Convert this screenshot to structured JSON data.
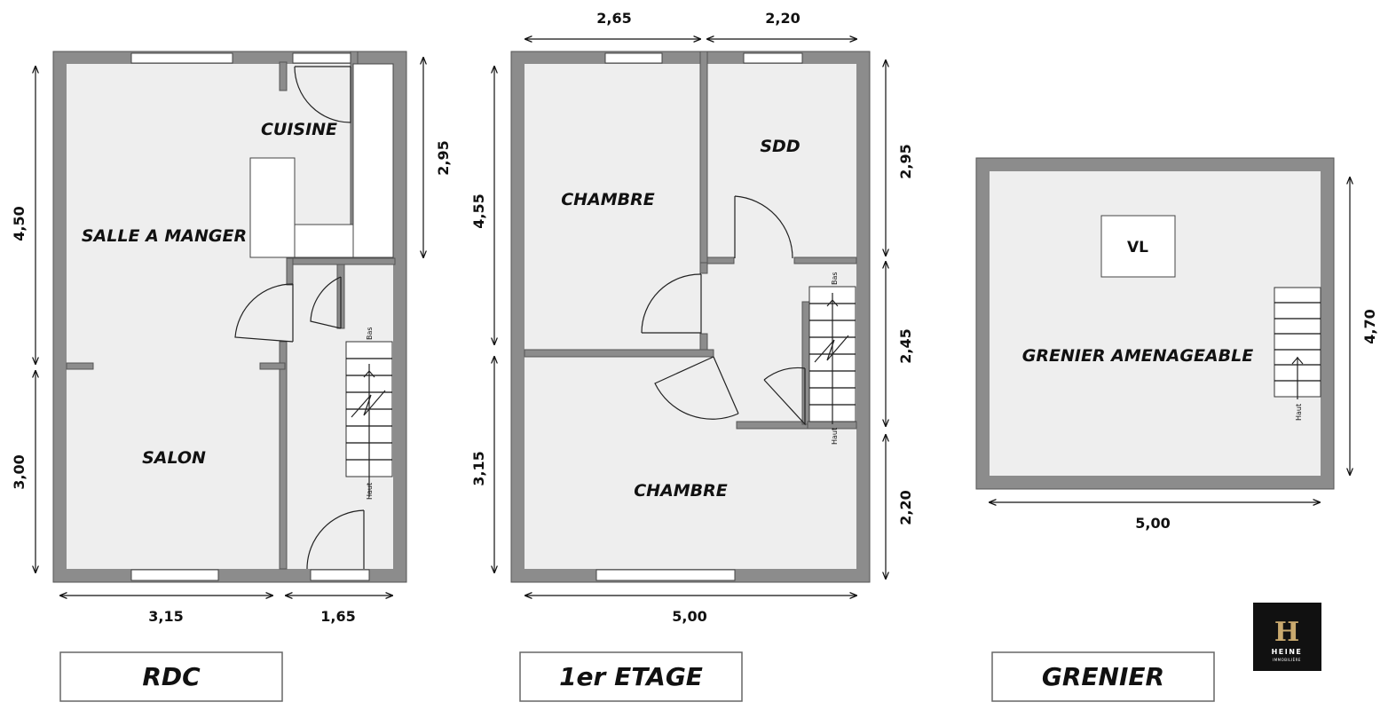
{
  "rdc": {
    "rooms": {
      "cuisine": "CUISINE",
      "salle": "SALLE A MANGER",
      "salon": "SALON"
    },
    "dims": {
      "d450": "4,50",
      "d300": "3,00",
      "d295": "2,95",
      "d315": "3,15",
      "d165": "1,65"
    },
    "stairs": {
      "bas": "Bas",
      "haut": "Haut"
    },
    "label": "RDC"
  },
  "etage": {
    "rooms": {
      "chambre1": "CHAMBRE",
      "sdd": "SDD",
      "chambre2": "CHAMBRE"
    },
    "dims": {
      "d265": "2,65",
      "d220top": "2,20",
      "d455": "4,55",
      "d315": "3,15",
      "d295": "2,95",
      "d245": "2,45",
      "d220": "2,20",
      "d500": "5,00"
    },
    "stairs": {
      "bas": "Bas",
      "haut": "Haut"
    },
    "label": "1er ETAGE"
  },
  "grenier": {
    "rooms": {
      "vl": "VL",
      "grenier": "GRENIER AMENAGEABLE"
    },
    "dims": {
      "d470": "4,70",
      "d500": "5,00"
    },
    "stairs": {
      "haut": "Haut"
    },
    "label": "GRENIER"
  },
  "logo": {
    "mark": "H",
    "name": "HEINE",
    "sub": "IMMOBILIÈRE",
    "color": "#111111",
    "accent": "#c9a96e"
  }
}
